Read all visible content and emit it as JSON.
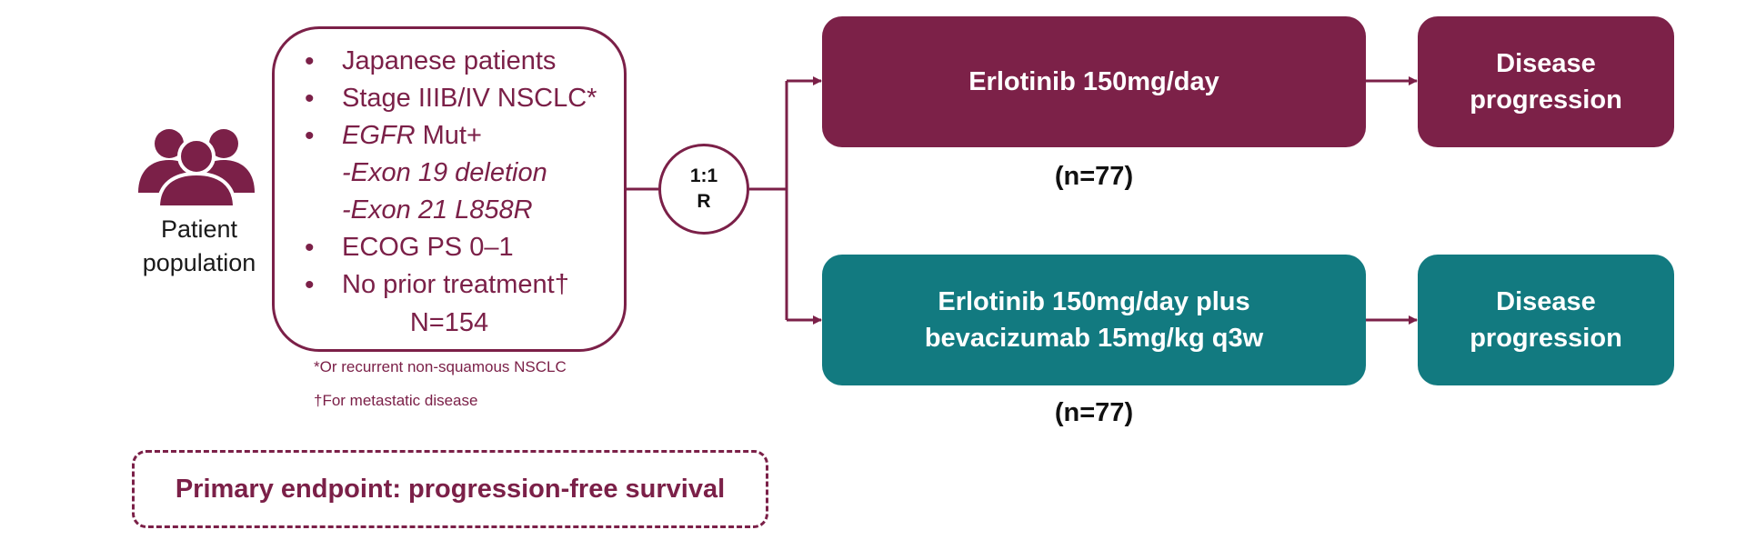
{
  "population": {
    "icon": "people-group-icon",
    "label_line1": "Patient",
    "label_line2": "population"
  },
  "criteria": {
    "item1": "Japanese patients",
    "item2": "Stage IIIB/IV NSCLC*",
    "item3_italic": "EGFR",
    "item3_rest": " Mut+",
    "item4": "-Exon 19 deletion",
    "item5": "-Exon 21 L858R",
    "item6": "ECOG PS 0–1",
    "item7": "No prior treatment†",
    "total": "N=154"
  },
  "footnotes": {
    "first": "*Or recurrent non-squamous NSCLC",
    "second": "†For metastatic disease"
  },
  "randomization": {
    "ratio": "1:1",
    "letter": "R"
  },
  "arms": {
    "arm1": {
      "line1": "Erlotinib 150mg/day",
      "n": "(n=77)",
      "outcome_line1": "Disease",
      "outcome_line2": "progression"
    },
    "arm2": {
      "line1": "Erlotinib 150mg/day plus",
      "line2": "bevacizumab 15mg/kg q3w",
      "n": "(n=77)",
      "outcome_line1": "Disease",
      "outcome_line2": "progression"
    }
  },
  "endpoint": {
    "label": "Primary endpoint: progression-free survival"
  },
  "colors": {
    "maroon": "#7c2148",
    "teal": "#127a80"
  }
}
